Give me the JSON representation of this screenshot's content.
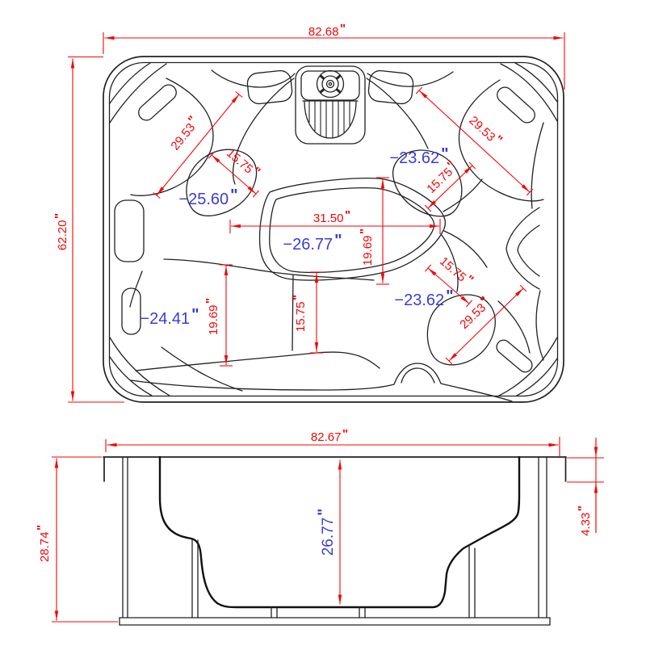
{
  "units": {
    "inch_mark": "\""
  },
  "colors": {
    "dimension_red": "#f40606",
    "depth_blue": "#3b3bd9",
    "outline_black": "#212121",
    "background": "#ffffff"
  },
  "top_view": {
    "red_dimensions": [
      {
        "id": "overall-width",
        "value": "82.68"
      },
      {
        "id": "overall-depth",
        "value": "62.20"
      },
      {
        "id": "seat-diagonal-upper-left",
        "value": "29.53"
      },
      {
        "id": "seat-pan-upper-left",
        "value": "15.75"
      },
      {
        "id": "seat-diagonal-upper-right",
        "value": "29.53"
      },
      {
        "id": "seat-pan-upper-right",
        "value": "15.75"
      },
      {
        "id": "footwell-width",
        "value": "31.50"
      },
      {
        "id": "footwell-length",
        "value": "19.69"
      },
      {
        "id": "lounger-width-left",
        "value": "19.69"
      },
      {
        "id": "lounger-width-center",
        "value": "15.75"
      },
      {
        "id": "seat-pan-lower-right",
        "value": "15.75"
      },
      {
        "id": "seat-diagonal-lower-right",
        "value": "29.53"
      }
    ],
    "blue_depth_labels": [
      {
        "id": "depth-upper-left-seat",
        "value": "−25.60"
      },
      {
        "id": "depth-upper-right-seat",
        "value": "−23.62"
      },
      {
        "id": "depth-footwell",
        "value": "−26.77"
      },
      {
        "id": "depth-lounger",
        "value": "−24.41"
      },
      {
        "id": "depth-lower-right-seat",
        "value": "−23.62"
      }
    ]
  },
  "side_view": {
    "red_dimensions": [
      {
        "id": "overall-width",
        "value": "82.67"
      },
      {
        "id": "overall-height",
        "value": "28.74"
      },
      {
        "id": "rim-lip-height",
        "value": "4.33"
      }
    ],
    "blue_depth_labels": [
      {
        "id": "shell-inner-depth",
        "value": "26.77"
      }
    ]
  }
}
